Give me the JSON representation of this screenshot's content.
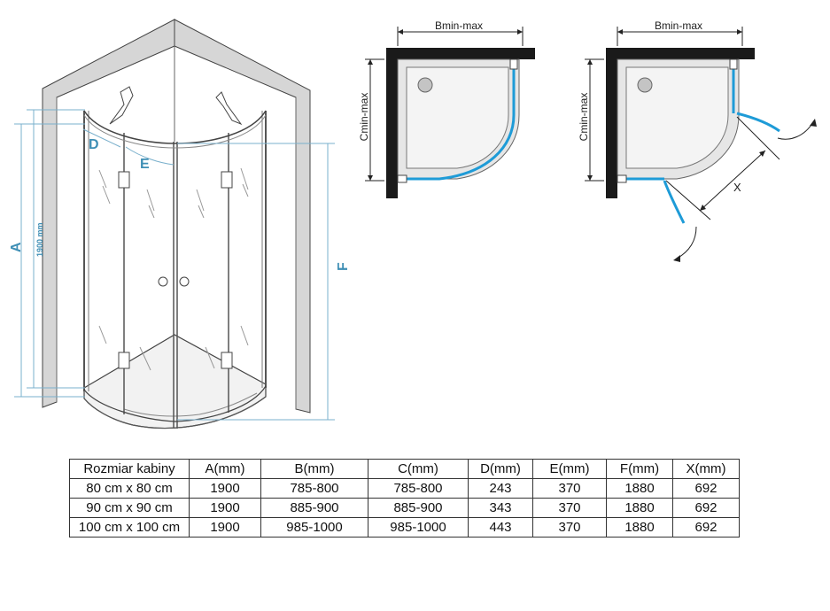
{
  "labels": {
    "a": "A",
    "height": "1900 mm",
    "d": "D",
    "e": "E",
    "f": "F",
    "bminmax": "Bmin-max",
    "cminmax": "Cmin-max",
    "x": "X"
  },
  "table": {
    "headers": [
      "Rozmiar kabiny",
      "A(mm)",
      "B(mm)",
      "C(mm)",
      "D(mm)",
      "E(mm)",
      "F(mm)",
      "X(mm)"
    ],
    "rows": [
      [
        "80 cm x 80 cm",
        "1900",
        "785-800",
        "785-800",
        "243",
        "370",
        "1880",
        "692"
      ],
      [
        "90 cm x 90 cm",
        "1900",
        "885-900",
        "885-900",
        "343",
        "370",
        "1880",
        "692"
      ],
      [
        "100 cm x 100 cm",
        "1900",
        "985-1000",
        "985-1000",
        "443",
        "370",
        "1880",
        "692"
      ]
    ]
  },
  "colors": {
    "glass_accent": "#1e9bd7",
    "dimension_lines": "#7ab0cc",
    "wall": "#1a1a1a"
  }
}
